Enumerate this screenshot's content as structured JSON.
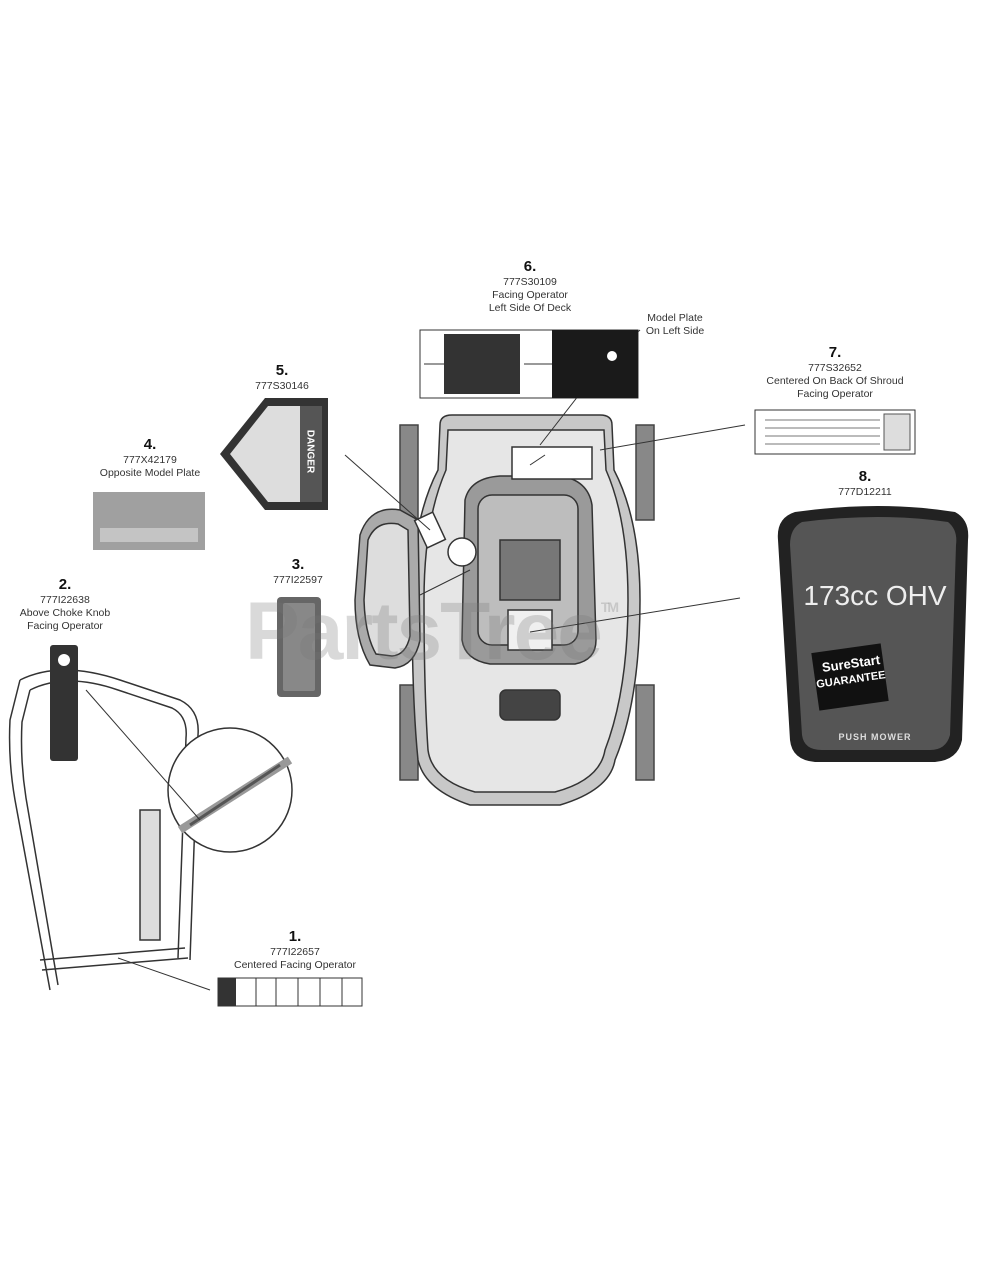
{
  "watermark": {
    "text": "PartsTree",
    "tm": "TM"
  },
  "callouts": [
    {
      "id": "1",
      "num": "1.",
      "part": "777I22657",
      "lines": [
        "Centered Facing Operator"
      ]
    },
    {
      "id": "2",
      "num": "2.",
      "part": "777I22638",
      "lines": [
        "Above Choke Knob",
        "Facing Operator"
      ]
    },
    {
      "id": "3",
      "num": "3.",
      "part": "777I22597",
      "lines": []
    },
    {
      "id": "4",
      "num": "4.",
      "part": "777X42179",
      "lines": [
        "Opposite Model Plate"
      ]
    },
    {
      "id": "5",
      "num": "5.",
      "part": "777S30146",
      "lines": []
    },
    {
      "id": "6",
      "num": "6.",
      "part": "777S30109",
      "lines": [
        "Facing Operator",
        "Left Side Of Deck"
      ]
    },
    {
      "id": "7",
      "num": "7.",
      "part": "777S32652",
      "lines": [
        "Centered On Back Of Shroud",
        "Facing Operator"
      ]
    },
    {
      "id": "8",
      "num": "8.",
      "part": "777D12211",
      "lines": []
    }
  ],
  "model_plate_note": [
    "Model Plate",
    "On Left Side"
  ],
  "decals": {
    "danger_label": "DANGER",
    "brand_label": "173cc OHV",
    "surestart_line1": "SureStart",
    "surestart_line2": "GUARANTEE",
    "push_mower": "PUSH MOWER"
  }
}
